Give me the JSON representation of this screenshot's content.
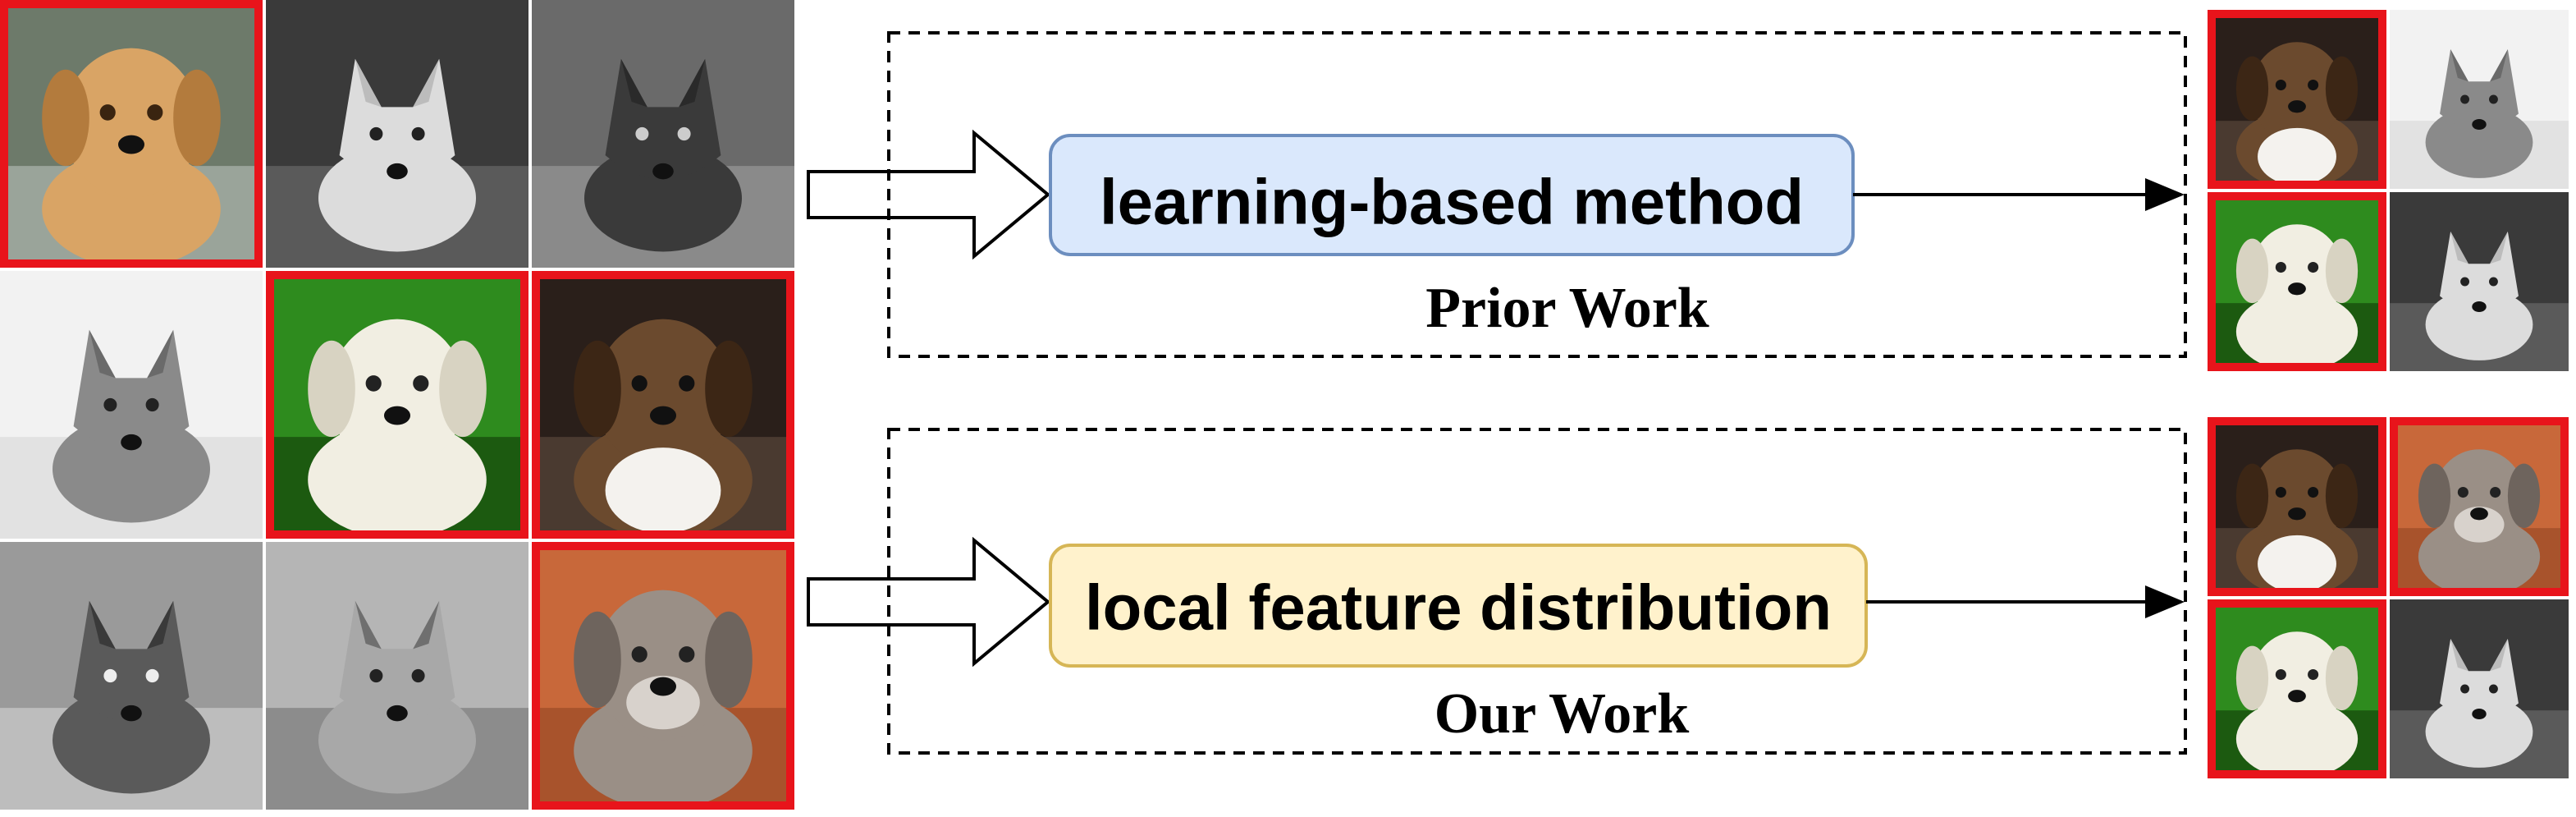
{
  "colors": {
    "highlight_border": "#e8141b",
    "prior_box_fill": "#dae8fc",
    "prior_box_stroke": "#6c8ebf",
    "our_box_fill": "#fff2cc",
    "our_box_stroke": "#d6b656",
    "line": "#000000",
    "dog_golden": "#d9a465",
    "dog_sheepdog": "#f1eee2",
    "dog_sheltie": "#6b4a2e",
    "dog_schnauzer": "#9a8f86",
    "wolf_grey": "#8c8c8c",
    "wolf_light": "#c9c9c9",
    "wolf_dark": "#4a4a4a",
    "grass": "#2e8b1e",
    "orange_bg": "#c8683a"
  },
  "diagram": {
    "prior_method_label": "learning-based method",
    "prior_panel_caption": "Prior Work",
    "our_method_label": "local feature distribution",
    "our_panel_caption": "Our Work"
  },
  "input_grid": [
    {
      "subject": "golden-retriever",
      "highlighted": true
    },
    {
      "subject": "white-wolf",
      "highlighted": false
    },
    {
      "subject": "black-wolf",
      "highlighted": false
    },
    {
      "subject": "coyote",
      "highlighted": false
    },
    {
      "subject": "old-english-sheepdog",
      "highlighted": true
    },
    {
      "subject": "shetland-sheepdog",
      "highlighted": true
    },
    {
      "subject": "snarling-wolf",
      "highlighted": false
    },
    {
      "subject": "grey-wolf",
      "highlighted": false
    },
    {
      "subject": "miniature-schnauzer",
      "highlighted": true
    }
  ],
  "prior_output": [
    {
      "subject": "shetland-sheepdog",
      "highlighted": true
    },
    {
      "subject": "coyote",
      "highlighted": false
    },
    {
      "subject": "old-english-sheepdog",
      "highlighted": true
    },
    {
      "subject": "white-wolf",
      "highlighted": false
    }
  ],
  "our_output": [
    {
      "subject": "shetland-sheepdog",
      "highlighted": true
    },
    {
      "subject": "miniature-schnauzer",
      "highlighted": true
    },
    {
      "subject": "old-english-sheepdog",
      "highlighted": true
    },
    {
      "subject": "white-wolf",
      "highlighted": false
    }
  ]
}
